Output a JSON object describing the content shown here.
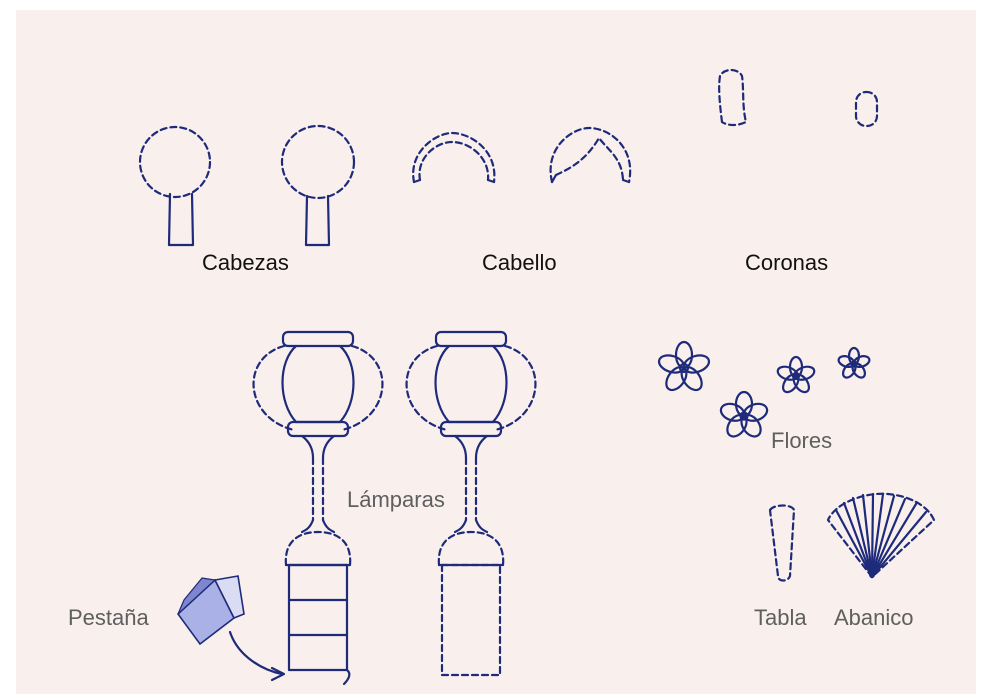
{
  "labels": {
    "cabezas": "Cabezas",
    "cabello": "Cabello",
    "coronas": "Coronas",
    "flores": "Flores",
    "lamparas": "Lámparas",
    "pestana": "Pestaña",
    "tabla": "Tabla",
    "abanico": "Abanico"
  },
  "colors": {
    "paper": "#f9efec",
    "ink": "#1e2a7a",
    "tab_fill": "#aab1e6"
  }
}
